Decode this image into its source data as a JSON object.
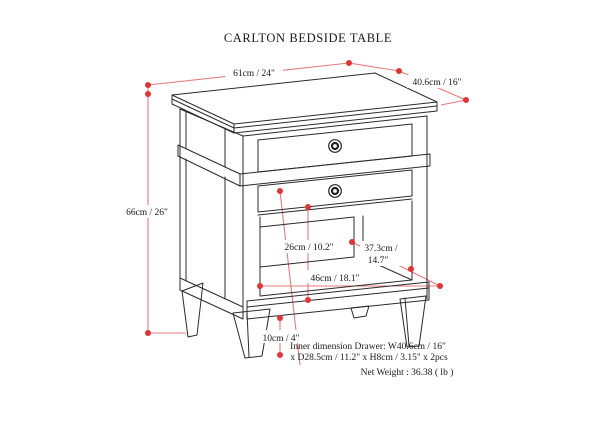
{
  "title": "CARLTON BEDSIDE TABLE",
  "dimensions": {
    "width": "61cm / 24\"",
    "depth": "40.6cm / 16\"",
    "height": "66cm / 26\"",
    "shelf_opening_height": "26cm / 10.2\"",
    "shelf_depth_line1": "37.3cm /",
    "shelf_depth_line2": "14.7\"",
    "shelf_width": "46cm / 18.1\"",
    "leg_height": "10cm / 4\""
  },
  "notes": {
    "drawer_inner_line1": "Inner dimension Drawer: W40.6cm / 16\"",
    "drawer_inner_line2": "x D28.5cm / 11.2\" x H8cm / 3.15\" x 2pcs",
    "net_weight": "Net Weight : 36.38 ( lb )"
  },
  "colors": {
    "dimension_line": "#e87a7a",
    "dimension_dot": "#df3535",
    "drawing_line": "#2b2b2b",
    "background": "#ffffff"
  }
}
